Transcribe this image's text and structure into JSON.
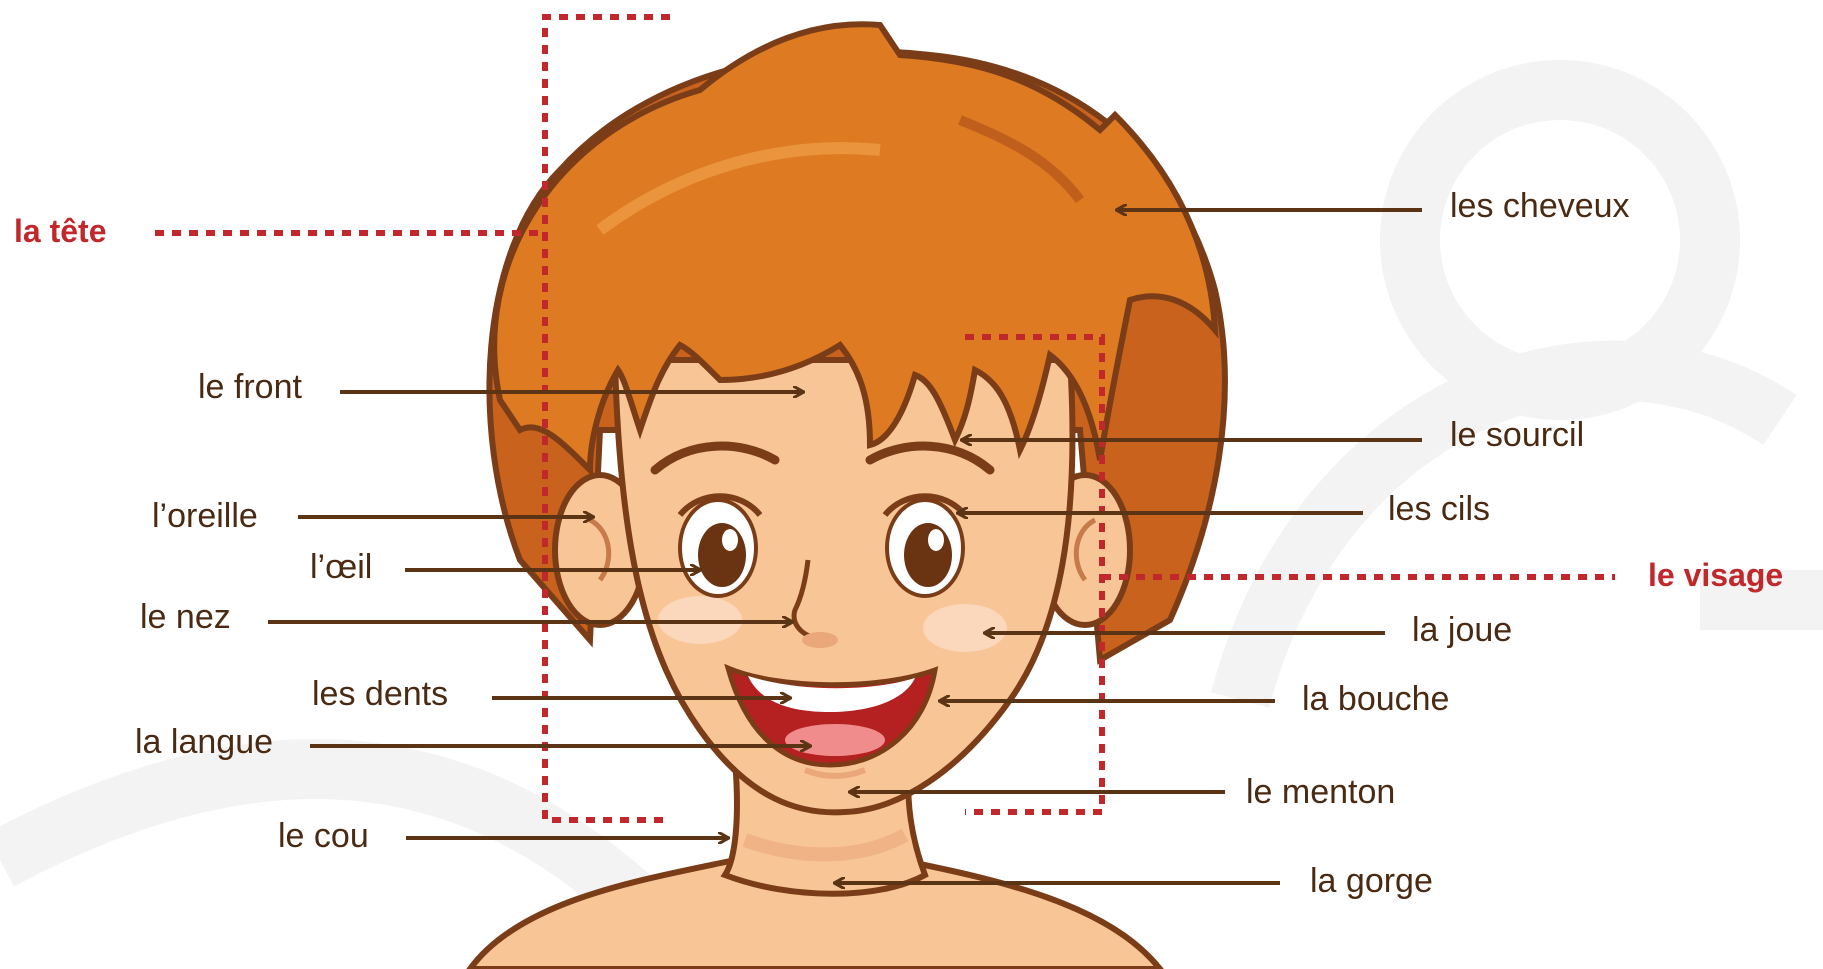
{
  "diagram": {
    "groups": {
      "head": "la tête",
      "face": "le visage"
    },
    "parts": {
      "hair": "les cheveux",
      "forehead": "le front",
      "eyebrow": "le sourcil",
      "ear": "l’oreille",
      "eyelashes": "les cils",
      "eye": "l’œil",
      "nose": "le nez",
      "cheek": "la joue",
      "teeth": "les dents",
      "mouth": "la bouche",
      "tongue": "la langue",
      "chin": "le menton",
      "neck": "le cou",
      "throat": "la gorge"
    }
  },
  "colors": {
    "label": "#4a2a12",
    "arrow": "#5a3414",
    "group": "#c0282b",
    "hair": "#d8741f",
    "hair_dark": "#b4541a",
    "skin": "#f8c596",
    "skin_shadow": "#eaa779"
  }
}
